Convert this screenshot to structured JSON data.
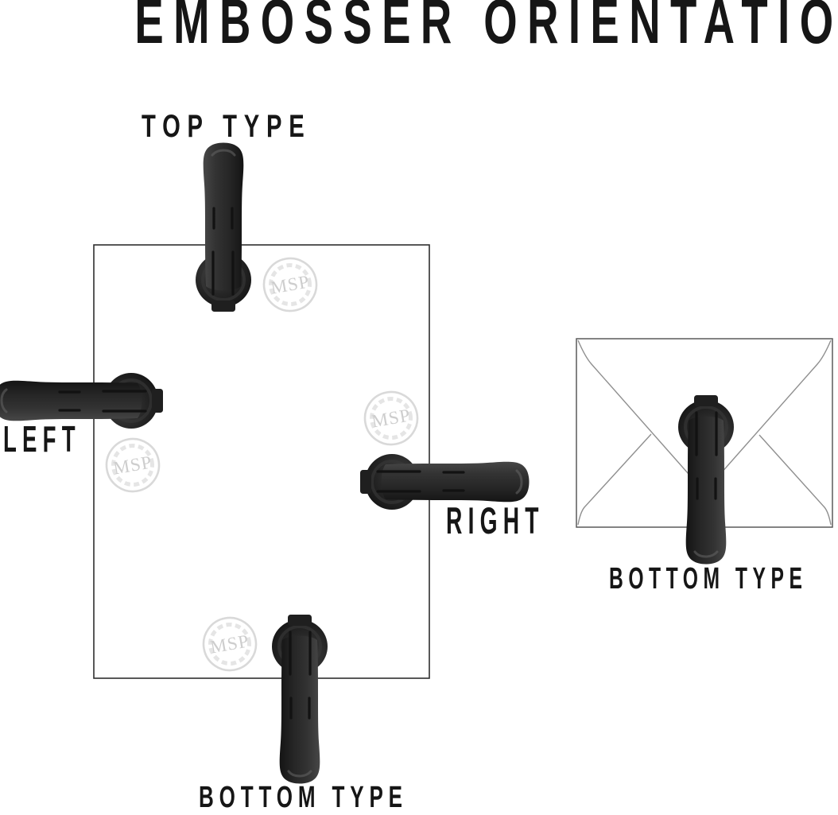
{
  "title": "EMBOSSER ORIENTATION",
  "watermark": {
    "monogram": "MSP"
  },
  "paper_diagram": {
    "top_label": "TOP TYPE",
    "left_label": "LEFT",
    "right_label": "RIGHT",
    "bottom_label": "BOTTOM TYPE"
  },
  "envelope_diagram": {
    "bottom_label": "BOTTOM TYPE"
  },
  "colors": {
    "background": "#ffffff",
    "text": "#161616",
    "embosser_dark": "#141414",
    "embosser_mid": "#2e2e2e",
    "embosser_light": "#474747",
    "paper_border": "#2f2f2f",
    "envelope_border": "#5a5a5a",
    "envelope_fold": "#8f8f8f",
    "watermark": "#d9d9d9"
  }
}
